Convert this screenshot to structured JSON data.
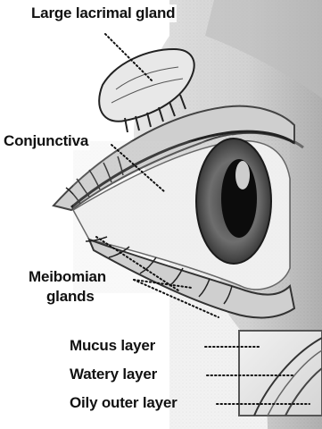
{
  "labels": {
    "large_lacrimal_gland": "Large lacrimal gland",
    "conjunctiva": "Conjunctiva",
    "meibomian_line1": "Meibomian",
    "meibomian_line2": "glands",
    "mucus_layer": "Mucus layer",
    "watery_layer": "Watery layer",
    "oily_outer_layer": "Oily outer layer"
  }
}
